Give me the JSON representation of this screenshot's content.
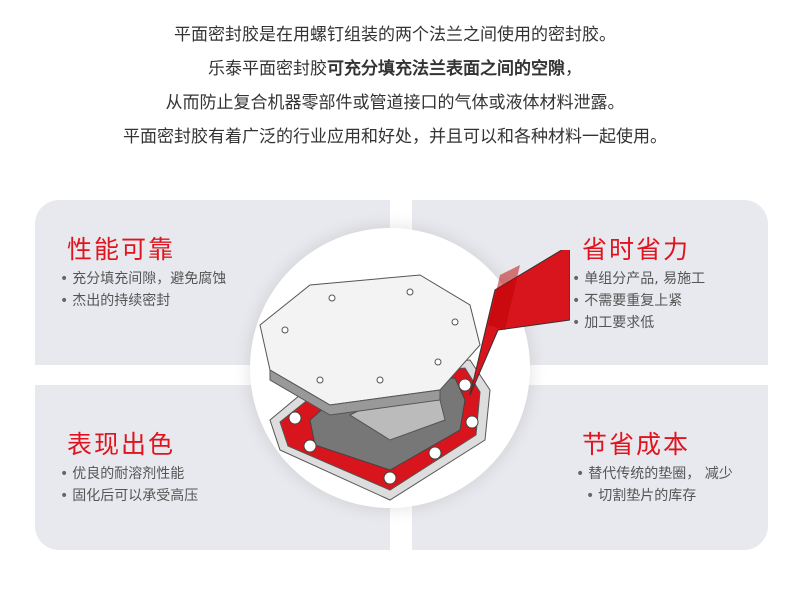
{
  "intro": {
    "line1": "平面密封胶是在用螺钉组装的两个法兰之间使用的密封胶。",
    "line2_a": "乐泰平面密封胶",
    "line2_b": "可充分填充法兰表面之间的空隙",
    "line2_c": "，",
    "line3": "从而防止复合机器零部件或管道接口的气体或液体材料泄露。",
    "line4": "平面密封胶有着广泛的行业应用和好处，并且可以和各种材料一起使用。"
  },
  "panels": [
    {
      "title": "性能可靠",
      "items": [
        "充分填充间隙，避免腐蚀",
        "杰出的持续密封"
      ]
    },
    {
      "title": "省时省力",
      "items": [
        "单组分产品, 易施工",
        "不需要重复上紧",
        "加工要求低"
      ]
    },
    {
      "title": "表现出色",
      "items": [
        "优良的耐溶剂性能",
        "固化后可以承受高压"
      ]
    },
    {
      "title": "节省成本",
      "items": [
        "替代传统的垫圈， 减少",
        "切割垫片的库存"
      ]
    }
  ],
  "colors": {
    "accent": "#e0141e",
    "panel": "#e8e9ee"
  }
}
